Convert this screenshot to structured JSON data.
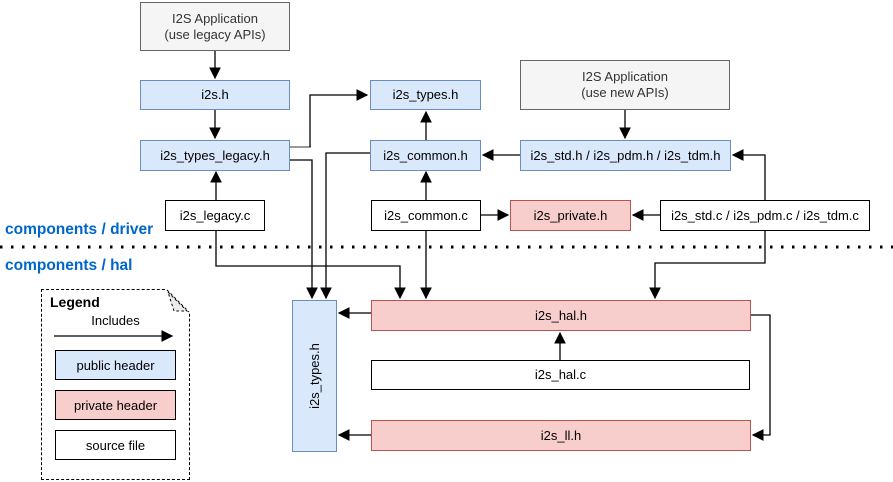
{
  "diagram": {
    "title_hint": "I2S driver file structure diagram",
    "sections": {
      "driver": "components / driver",
      "hal": "components / hal"
    },
    "nodes": {
      "app_legacy": "I2S Application\n(use legacy APIs)",
      "i2s_h": "i2s.h",
      "i2s_types_legacy_h": "i2s_types_legacy.h",
      "i2s_legacy_c": "i2s_legacy.c",
      "i2s_types_h": "i2s_types.h",
      "i2s_common_h": "i2s_common.h",
      "i2s_common_c": "i2s_common.c",
      "app_new": "I2S Application\n(use new APIs)",
      "i2s_std_h": "i2s_std.h / i2s_pdm.h / i2s_tdm.h",
      "i2s_private_h": "i2s_private.h",
      "i2s_std_c": "i2s_std.c / i2s_pdm.c / i2s_tdm.c",
      "hal_types_h": "i2s_types.h",
      "i2s_hal_h": "i2s_hal.h",
      "i2s_hal_c": "i2s_hal.c",
      "i2s_ll_h": "i2s_ll.h"
    },
    "edges": [
      {
        "from": "app_legacy",
        "to": "i2s_h"
      },
      {
        "from": "i2s_h",
        "to": "i2s_types_legacy_h"
      },
      {
        "from": "i2s_legacy_c",
        "to": "i2s_types_legacy_h"
      },
      {
        "from": "i2s_types_legacy_h",
        "to": "i2s_types_h"
      },
      {
        "from": "i2s_common_h",
        "to": "i2s_types_h"
      },
      {
        "from": "i2s_common_c",
        "to": "i2s_common_h"
      },
      {
        "from": "app_new",
        "to": "i2s_std_h"
      },
      {
        "from": "i2s_std_h",
        "to": "i2s_common_h"
      },
      {
        "from": "i2s_common_c",
        "to": "i2s_private_h"
      },
      {
        "from": "i2s_std_c",
        "to": "i2s_private_h"
      },
      {
        "from": "i2s_std_c",
        "to": "i2s_std_h"
      },
      {
        "from": "i2s_std_c",
        "to": "i2s_hal_h"
      },
      {
        "from": "i2s_legacy_c",
        "to": "i2s_hal_h"
      },
      {
        "from": "i2s_common_c",
        "to": "i2s_hal_h"
      },
      {
        "from": "i2s_types_legacy_h",
        "to": "hal_types_h"
      },
      {
        "from": "i2s_common_h",
        "to": "hal_types_h"
      },
      {
        "from": "i2s_hal_h",
        "to": "hal_types_h"
      },
      {
        "from": "i2s_hal_c",
        "to": "i2s_hal_h"
      },
      {
        "from": "i2s_hal_h",
        "to": "i2s_ll_h"
      },
      {
        "from": "i2s_ll_h",
        "to": "hal_types_h"
      }
    ],
    "legend": {
      "title": "Legend",
      "arrow_label": "Includes",
      "public_header": "public header",
      "private_header": "private header",
      "source_file": "source file"
    },
    "colors": {
      "public_header_fill": "#dae8fc",
      "public_header_border": "#6c8ebf",
      "private_header_fill": "#f8cecc",
      "private_header_border": "#b85450",
      "source_file_fill": "#ffffff",
      "source_file_border": "#000000",
      "application_fill": "#f5f5f5",
      "application_border": "#666666",
      "section_label_color": "#0066cc",
      "edge_color": "#000000"
    }
  }
}
